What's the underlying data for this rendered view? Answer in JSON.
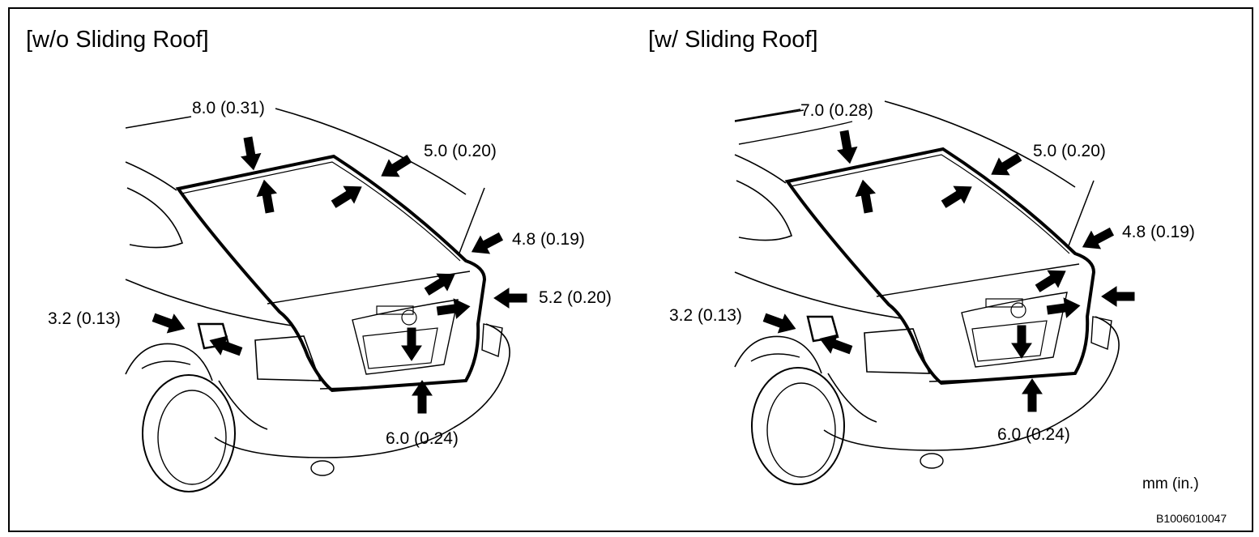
{
  "panels": [
    {
      "title": "[w/o Sliding Roof]",
      "dimensions": {
        "top": "8.0 (0.31)",
        "upper_right": "5.0 (0.20)",
        "corner": "4.8 (0.19)",
        "side": "5.2 (0.20)",
        "left": "3.2 (0.13)",
        "bottom": "6.0 (0.24)"
      }
    },
    {
      "title": "[w/ Sliding Roof]",
      "dimensions": {
        "top": "7.0 (0.28)",
        "upper_right": "5.0 (0.20)",
        "corner": "4.8 (0.19)",
        "left": "3.2 (0.13)",
        "bottom": "6.0 (0.24)"
      }
    }
  ],
  "units_label": "mm (in.)",
  "figure_code": "B1006010047"
}
